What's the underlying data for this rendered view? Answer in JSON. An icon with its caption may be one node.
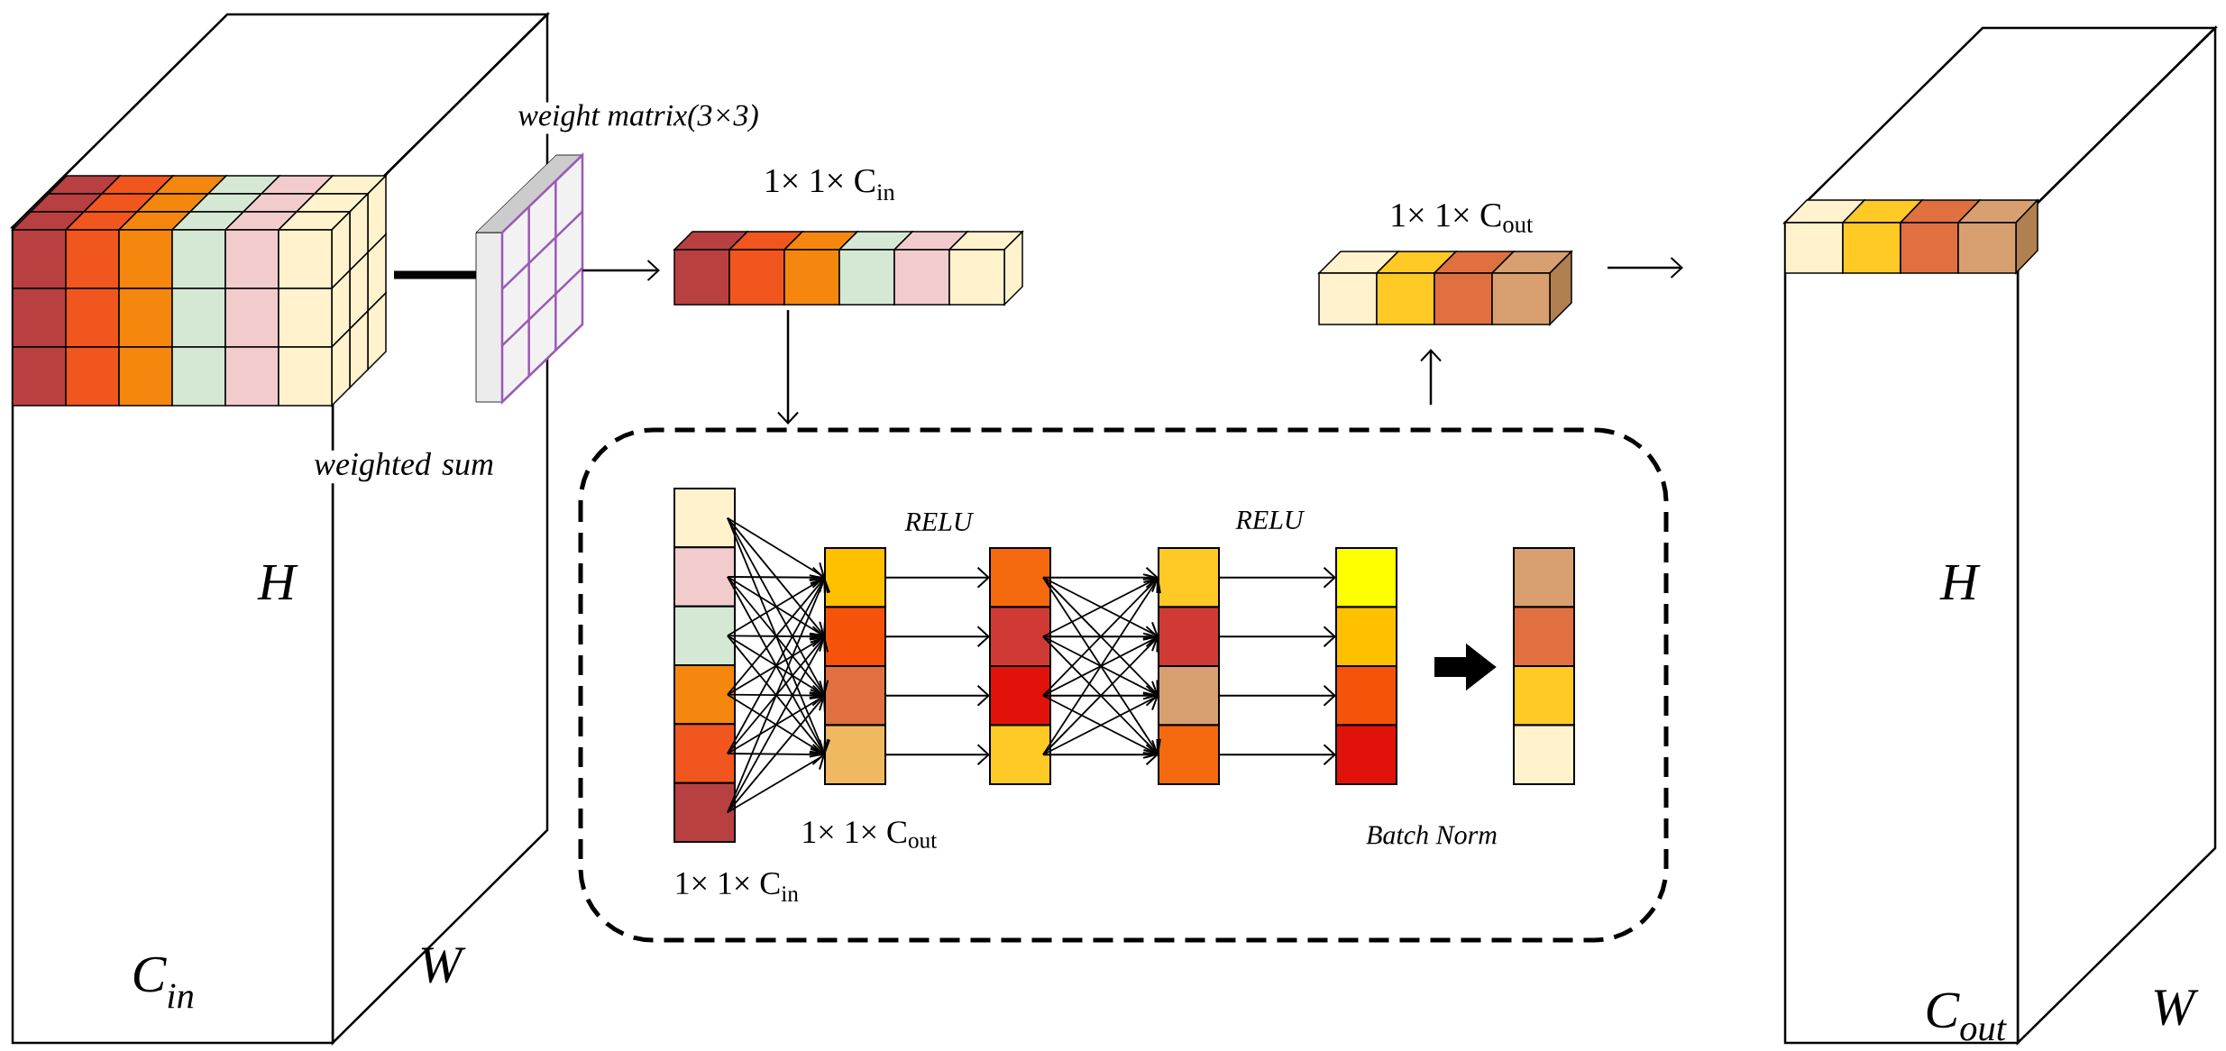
{
  "diagram": {
    "nodes": [
      {
        "text": [
          "H",
          "C$_{in}$",
          "W"
        ]
      },
      {
        "text": [
          "weight matrix(3×3)"
        ]
      },
      {
        "text": [
          "1× 1× C$_{in}$"
        ]
      },
      {
        "text": [],
        "shape": "box"
      },
      {
        "text": [
          "1× 1× C$_{in}$"
        ],
        "in": 3
      },
      {
        "text": [
          "1× 1× C$_{out}$"
        ],
        "in": 3
      },
      {
        "text": [],
        "shape": "bar",
        "in": 3
      },
      {
        "text": [],
        "shape": "bar",
        "in": 3
      },
      {
        "text": [],
        "shape": "bar",
        "in": 3
      },
      {
        "text": [],
        "shape": "bar",
        "in": 3
      },
      {
        "text": [
          "1× 1× C$_{out}$"
        ]
      },
      {
        "text": [
          "H",
          "C$_{out}$",
          "W"
        ]
      }
    ],
    "edges": [
      {
        "from": 0,
        "to": 1,
        "arrow": "none",
        "style": "thick"
      },
      {
        "from": 1,
        "to": 2,
        "arrow": "to"
      },
      {
        "from": 2,
        "to": 3,
        "arrow": "to"
      },
      {
        "from": 4,
        "to": 5,
        "arrow": "to"
      },
      {
        "from": 5,
        "to": 6,
        "arrow": "to",
        "label": "RELU"
      },
      {
        "from": 6,
        "to": 7,
        "arrow": "to"
      },
      {
        "from": 7,
        "to": 8,
        "arrow": "to",
        "label": "RELU"
      },
      {
        "from": 8,
        "to": 9,
        "arrow": "to",
        "style": "thick"
      },
      {
        "from": 3,
        "to": 10,
        "arrow": "to"
      },
      {
        "from": 10,
        "to": 11,
        "arrow": "to"
      }
    ],
    "labels": [
      "weighted sum",
      "Batch Norm"
    ]
  }
}
